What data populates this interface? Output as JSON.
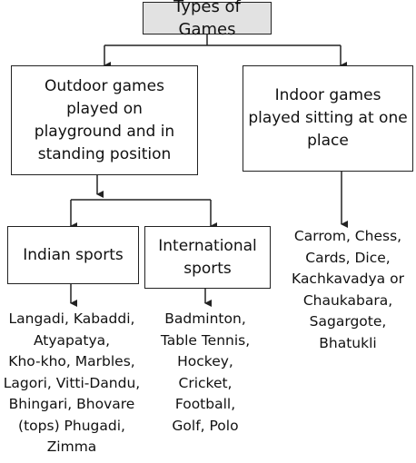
{
  "root": {
    "label": "Types of Games"
  },
  "outdoor": {
    "lines": [
      "Outdoor games",
      "played on",
      "playground and in",
      "standing position"
    ]
  },
  "indoor": {
    "lines": [
      "Indoor games",
      "played sitting at one",
      "place"
    ]
  },
  "indian": {
    "label": "Indian sports"
  },
  "international": {
    "lines": [
      "International",
      "sports"
    ]
  },
  "indian_list": [
    "Langadi, Kabaddi,",
    "Atyapatya,",
    "Kho-kho, Marbles,",
    "Lagori, Vitti-Dandu,",
    "Bhingari, Bhovare",
    "(tops) Phugadi,",
    "Zimma"
  ],
  "international_list": [
    "Badminton,",
    "Table Tennis,",
    "Hockey,",
    "Cricket,",
    "Football,",
    "Golf, Polo"
  ],
  "indoor_list": [
    "Carrom, Chess,",
    "Cards, Dice,",
    "Kachkavadya or",
    "Chaukabara,",
    "Sagargote,",
    "Bhatukli"
  ]
}
